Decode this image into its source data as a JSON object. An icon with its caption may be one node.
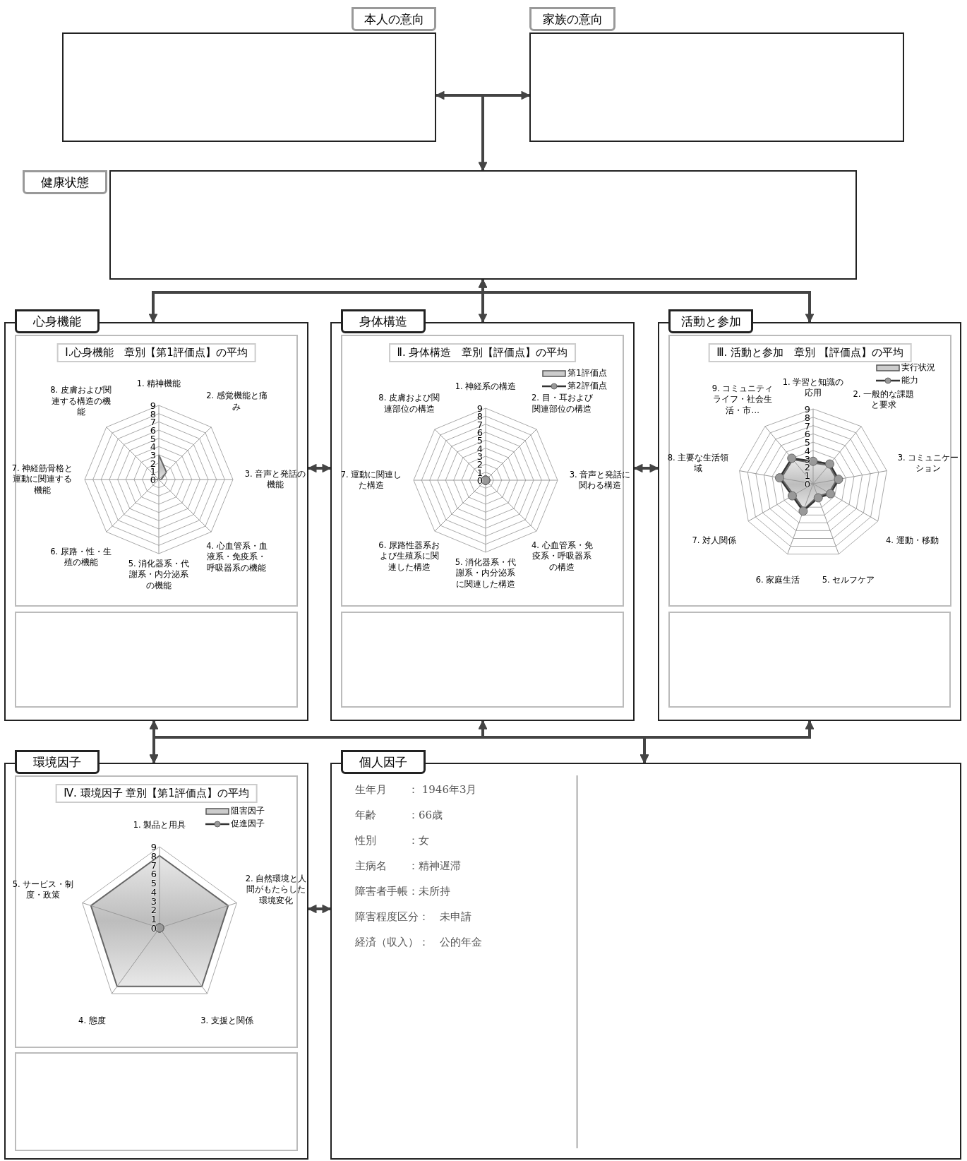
{
  "diagram": {
    "nodes": [
      {
        "text": [
          "本人の意向"
        ]
      },
      {
        "text": [
          "家族の意向"
        ]
      },
      {
        "text": [
          "健康状態"
        ]
      },
      {
        "text": [
          "心身機能"
        ]
      },
      {
        "text": [
          "Ⅰ.心身機能　章別【第1評価点】の平均"
        ],
        "in": 3
      },
      {
        "text": [],
        "shape": "box",
        "in": 3
      },
      {
        "text": [
          "身体構造"
        ]
      },
      {
        "text": [
          "Ⅱ. 身体構造　章別【評価点】の平均"
        ],
        "in": 6
      },
      {
        "text": [],
        "shape": "box",
        "in": 6
      },
      {
        "text": [
          "活動と参加"
        ]
      },
      {
        "text": [
          "Ⅲ. 活動と参加　章別 【評価点】の平均"
        ],
        "in": 9
      },
      {
        "text": [],
        "shape": "box",
        "in": 9
      },
      {
        "text": [
          "環境因子"
        ]
      },
      {
        "text": [
          "Ⅳ. 環境因子 章別【第1評価点】の平均"
        ],
        "in": 12
      },
      {
        "text": [],
        "shape": "box",
        "in": 12
      },
      {
        "text": [
          "個人因子",
          "生年月　　： 1946年3月",
          "年齢　　　：66歳",
          "性別　　　：女",
          "主病名　　：精神遅滞",
          "障害者手帳：未所持",
          "障害程度区分：　未申請",
          "経済（収入）：　公的年金"
        ]
      }
    ],
    "edges": [
      {
        "from": 0,
        "to": 1,
        "arrow": "both"
      },
      {
        "from": 0,
        "to": 2,
        "arrow": "to"
      },
      {
        "from": 1,
        "to": 2,
        "arrow": "to"
      },
      {
        "from": 2,
        "to": 3,
        "arrow": "both"
      },
      {
        "from": 2,
        "to": 6,
        "arrow": "both"
      },
      {
        "from": 2,
        "to": 9,
        "arrow": "both"
      },
      {
        "from": 3,
        "to": 6,
        "arrow": "both"
      },
      {
        "from": 6,
        "to": 9,
        "arrow": "both"
      },
      {
        "from": 3,
        "to": 12,
        "arrow": "both"
      },
      {
        "from": 6,
        "to": 12,
        "arrow": "both"
      },
      {
        "from": 9,
        "to": 12,
        "arrow": "both"
      },
      {
        "from": 3,
        "to": 15,
        "arrow": "both"
      },
      {
        "from": 6,
        "to": 15,
        "arrow": "both"
      },
      {
        "from": 9,
        "to": 15,
        "arrow": "both"
      },
      {
        "from": 12,
        "to": 15,
        "arrow": "both"
      }
    ],
    "labels": [
      "1. 精神機能",
      "2. 感覚機能と痛み",
      "3. 音声と発話の機能",
      "4. 心血管系・血液系・免疫系・呼吸器系の機能",
      "5. 消化器系・代謝系・内分泌系の機能",
      "6. 尿路・性・生殖の機能",
      "7. 神経筋骨格と運動に関連する機能",
      "8. 皮膚および関連する構造の機能",
      "9",
      "8",
      "7",
      "6",
      "5",
      "4",
      "3",
      "2",
      "1",
      "0",
      "1. 神経系の構造",
      "2. 目・耳および関連部位の構造",
      "3. 音声と発話に関わる構造",
      "4. 心血管系・免疫系・呼吸器系の構造",
      "5. 消化器系・代謝系・内分泌系に関連した構造",
      "6. 尿路性器系および生殖系に関連した構造",
      "7. 運動に関連した構造",
      "8. 皮膚および関連部位の構造",
      "9",
      "8",
      "7",
      "6",
      "5",
      "4",
      "3",
      "2",
      "1",
      "0",
      "1. 学習と知識の応用",
      "2. 一般的な課題と要求",
      "3. コミュニケーション",
      "4. 運動・移動",
      "5. セルフケア",
      "6. 家庭生活",
      "7. 対人関係",
      "8. 主要な生活領域",
      "9. コミュニティライフ・社会生活・市…",
      "9",
      "8",
      "7",
      "6",
      "5",
      "4",
      "3",
      "2",
      "1",
      "0",
      "1. 製品と用具",
      "2. 自然環境と人間がもたらした環境変化",
      "3. 支援と関係",
      "4. 態度",
      "5. サービス・制度・政策",
      "9",
      "8",
      "7",
      "6",
      "5",
      "4",
      "3",
      "2",
      "1",
      "0"
    ],
    "legend": [
      {
        "text": "第1評価点"
      },
      {
        "text": "第2評価点"
      },
      {
        "text": "実行状況"
      },
      {
        "text": "能力"
      },
      {
        "text": "阻害因子"
      },
      {
        "text": "促進因子"
      }
    ]
  }
}
